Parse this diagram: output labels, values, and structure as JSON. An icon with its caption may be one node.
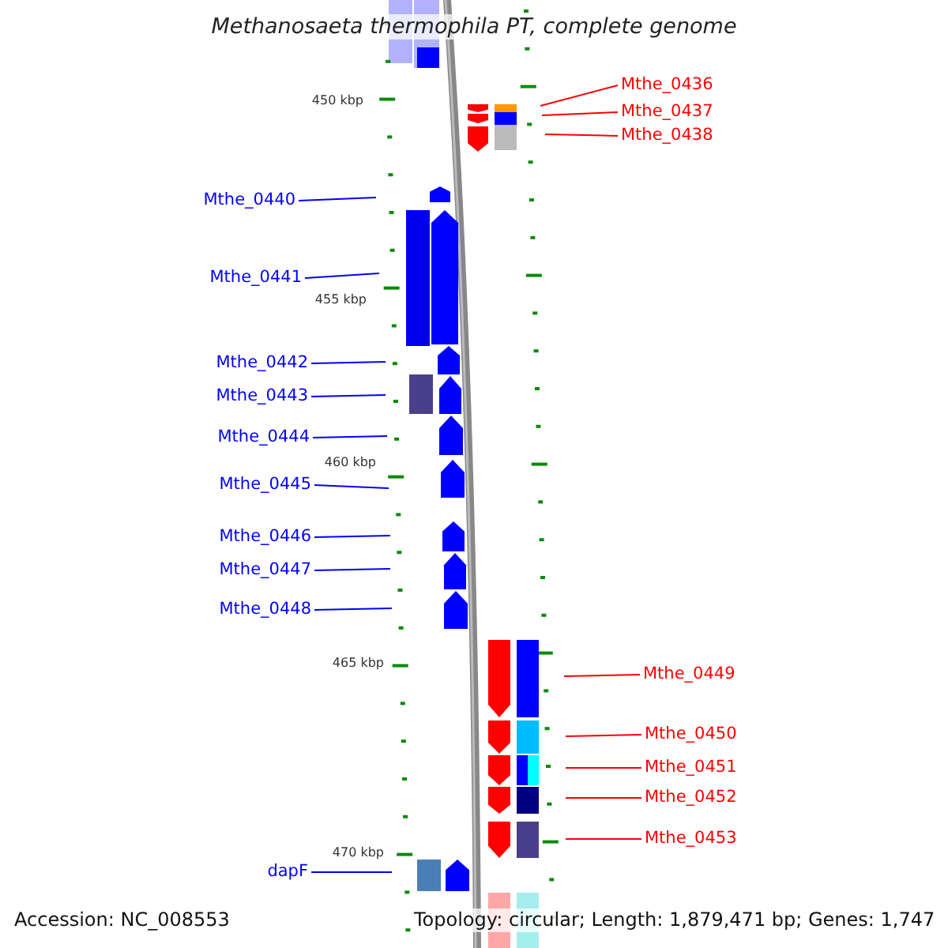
{
  "diagram": {
    "title": "Methanosaeta thermophila PT, complete genome",
    "nodes": [
      {
        "text": [
          "Mthe_0436"
        ]
      },
      {
        "text": [
          "Mthe_0437"
        ]
      },
      {
        "text": [
          "Mthe_0438"
        ]
      },
      {
        "text": [
          "Mthe_0440"
        ]
      },
      {
        "text": [
          "Mthe_0441"
        ]
      },
      {
        "text": [
          "Mthe_0442"
        ]
      },
      {
        "text": [
          "Mthe_0443"
        ]
      },
      {
        "text": [
          "Mthe_0444"
        ]
      },
      {
        "text": [
          "Mthe_0445"
        ]
      },
      {
        "text": [
          "Mthe_0446"
        ]
      },
      {
        "text": [
          "Mthe_0447"
        ]
      },
      {
        "text": [
          "Mthe_0448"
        ]
      },
      {
        "text": [
          "Mthe_0449"
        ]
      },
      {
        "text": [
          "Mthe_0450"
        ]
      },
      {
        "text": [
          "Mthe_0451"
        ]
      },
      {
        "text": [
          "Mthe_0452"
        ]
      },
      {
        "text": [
          "Mthe_0453"
        ]
      },
      {
        "text": [
          "dapF"
        ]
      }
    ],
    "edges": [
      {
        "from": 0,
        "to": null,
        "arrow": "none",
        "color": "#ff0000"
      },
      {
        "from": 1,
        "to": null,
        "arrow": "none",
        "color": "#ff0000"
      },
      {
        "from": 2,
        "to": null,
        "arrow": "none",
        "color": "#ff0000"
      },
      {
        "from": 3,
        "to": null,
        "arrow": "none",
        "color": "#0000ff"
      },
      {
        "from": 4,
        "to": null,
        "arrow": "none",
        "color": "#0000ff"
      },
      {
        "from": 5,
        "to": null,
        "arrow": "none",
        "color": "#0000ff"
      },
      {
        "from": 6,
        "to": null,
        "arrow": "none",
        "color": "#0000ff"
      },
      {
        "from": 7,
        "to": null,
        "arrow": "none",
        "color": "#0000ff"
      },
      {
        "from": 8,
        "to": null,
        "arrow": "none",
        "color": "#0000ff"
      },
      {
        "from": 9,
        "to": null,
        "arrow": "none",
        "color": "#0000ff"
      },
      {
        "from": 10,
        "to": null,
        "arrow": "none",
        "color": "#0000ff"
      },
      {
        "from": 11,
        "to": null,
        "arrow": "none",
        "color": "#0000ff"
      },
      {
        "from": 12,
        "to": null,
        "arrow": "none",
        "color": "#ff0000"
      },
      {
        "from": 13,
        "to": null,
        "arrow": "none",
        "color": "#ff0000"
      },
      {
        "from": 14,
        "to": null,
        "arrow": "none",
        "color": "#ff0000"
      },
      {
        "from": 15,
        "to": null,
        "arrow": "none",
        "color": "#ff0000"
      },
      {
        "from": 16,
        "to": null,
        "arrow": "none",
        "color": "#ff0000"
      },
      {
        "from": 17,
        "to": null,
        "arrow": "none",
        "color": "#0000ff"
      }
    ],
    "labels": [
      "450 kbp",
      "455 kbp",
      "460 kbp",
      "465 kbp",
      "470 kbp",
      "Accession: NC_008553",
      "Topology: circular; Length: 1,879,471 bp; Genes: 1,747"
    ]
  }
}
